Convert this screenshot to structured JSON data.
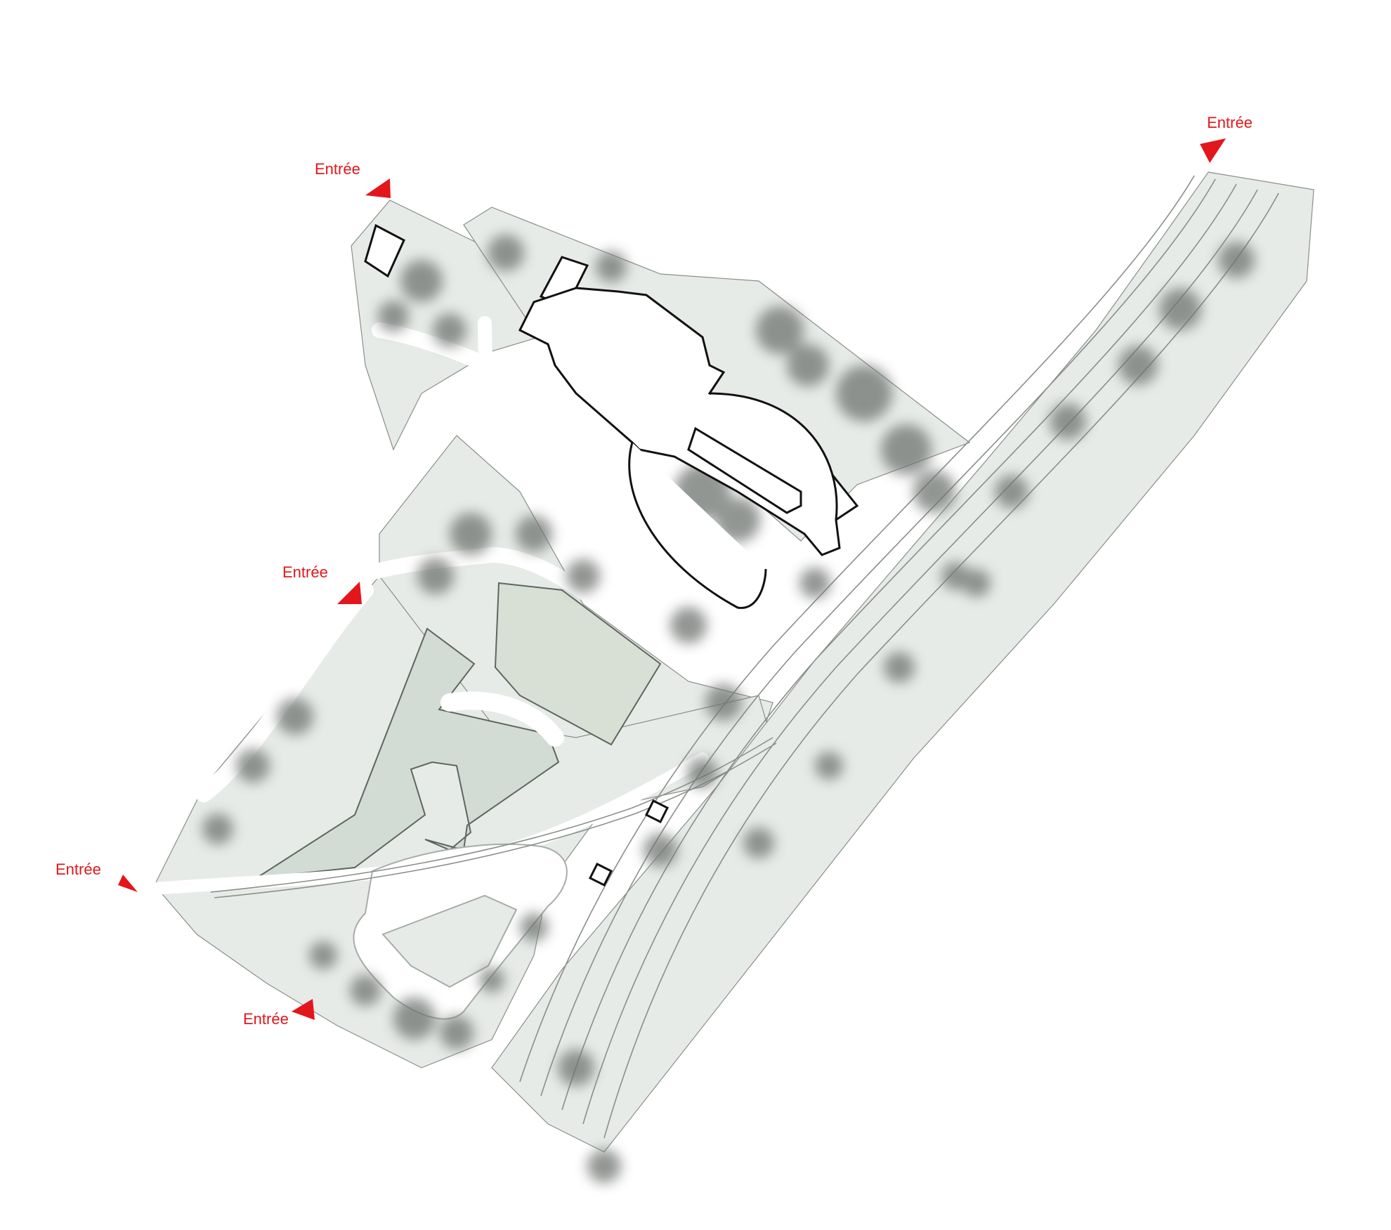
{
  "colors": {
    "site_fill": "#e7ebe8",
    "lawn_fill": "#d3dbd5",
    "court_fill": "#d8dfd4",
    "path_fill": "#ffffff",
    "tree_fill": "#6e736f",
    "building_fill": "#ffffff",
    "building_stroke": "#111111",
    "line_stroke": "#8a8f8b",
    "entry_marker": "#e3161b"
  },
  "entrances": [
    {
      "id": "north-west",
      "label": "Entrée",
      "icon": "entry-arrow-icon"
    },
    {
      "id": "north-east",
      "label": "Entrée",
      "icon": "entry-arrow-icon"
    },
    {
      "id": "west",
      "label": "Entrée",
      "icon": "entry-arrow-icon"
    },
    {
      "id": "south-west",
      "label": "Entrée",
      "icon": "entry-arrow-icon"
    },
    {
      "id": "south",
      "label": "Entrée",
      "icon": "entry-arrow-icon"
    }
  ]
}
